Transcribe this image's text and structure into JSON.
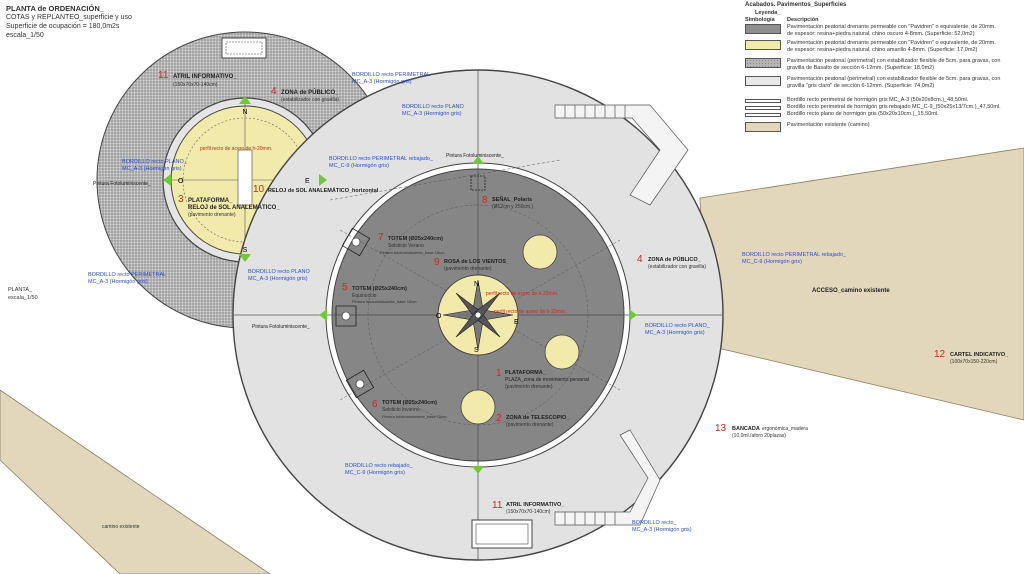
{
  "header": {
    "title": "PLANTA de ORDENACIÓN_",
    "subtitle": "COTAS y REPLANTEO_superficie y uso",
    "surface": "Superficie de ocupación = 180,0m2s",
    "scale": "escala_1/50"
  },
  "side_label": {
    "line1": "PLANTA_",
    "line2": "escala_1/50"
  },
  "legend": {
    "title": "Acabados. Pavimentos_Superficies",
    "leyenda": "Leyenda_",
    "col_symbol": "Simbología",
    "col_desc": "Descripción",
    "items": [
      {
        "desc1": "Pavimentación peatonal drenante permeable con \"Pavidren\" o equivalente, de 20mm.",
        "desc2": "de espesor: resina+piedra natural, chino oscuro 4-8mm.  (Superficie: 52,0m2)",
        "color": "#8f8f8f",
        "pattern": "solid"
      },
      {
        "desc1": "Pavimentación peatonal drenante permeable con \"Pavidren\" o equivalente, de 20mm.",
        "desc2": "de espesor: resina+piedra natural, chino amarillo 4-8mm.  (Superficie: 17,0m2)",
        "color": "#f2eaaa",
        "pattern": "solid"
      },
      {
        "desc1": "Pavimentación peatonal (perimetral) con estabilizador flexible de 5cm. para gravas, con",
        "desc2": "gravilla de Basalto de sección 6-12mm.  (Superficie: 18,0m2)",
        "color": "#b5b5b5",
        "pattern": "dots"
      },
      {
        "desc1": "Pavimentación peatonal (perimetral) con estabilizador flexible de 5cm. para gravas, con",
        "desc2": "gravilla \"gris claro\" de sección 6-12mm.  (Superficie: 74,0m2)",
        "color": "#e8e8e8",
        "pattern": "solid"
      },
      {
        "desc1": "Bordillo recto perimetral de hormigón gris MC_A-3 (50x20x8cm.)_48,50ml.",
        "desc2": "",
        "color": "#ffffff",
        "pattern": "line"
      },
      {
        "desc1": "Bordillo recto perimetral de hormigón gris rebajado MC_C-9_(50x25x13/7cm.)_47,50ml.",
        "desc2": "",
        "color": "#ffffff",
        "pattern": "line"
      },
      {
        "desc1": "Bordillo recto plano de hormigón gris (50x20x10cm.)_15,50ml.",
        "desc2": "",
        "color": "#ffffff",
        "pattern": "line"
      },
      {
        "desc1": "Pavimentación existente (camino)",
        "desc2": "",
        "color": "#e3d7bb",
        "pattern": "solid"
      }
    ]
  },
  "labels": {
    "n_left": "N",
    "s_left": "S",
    "e_left": "E",
    "o_left": "O",
    "n_main": "N",
    "s_main": "S",
    "e_main": "E",
    "o_main": "O",
    "item11a_num": "11",
    "item11a_text": "ATRIL INFORMATIVO_",
    "item11a_sub": "(150x70x70-140cm)",
    "item4a_num": "4",
    "item4a_text": "ZONA de PÚBLICO_",
    "item4a_sub": "(estabilizador con gravilla)",
    "item3_num": "3",
    "item3_text1": "PLATAFORMA_",
    "item3_text2": "RELOJ de SOL ANALEMÁTICO_",
    "item3_sub": "(pavimento drenante)",
    "item10_num": "10",
    "item10_text": "RELOJ de SOL ANALEMÁTICO_horizontal",
    "perfil_left": "perfil recto de acero de h-20mm.",
    "item7_num": "7",
    "item7_text": "TOTEM (Ø25x240cm)",
    "item7_sub": "Solsticio Verano",
    "item7_sub2": "Pintura fotoluminiscente_base 15cm.",
    "item5_num": "5",
    "item5_text": "TOTEM (Ø25x240cm)",
    "item5_sub": "Equinoccio",
    "item5_sub2": "Pintura fotoluminiscente_base 15cm.",
    "item6_num": "6",
    "item6_text": "TOTEM (Ø25x240cm)",
    "item6_sub": "Solsticio Invierno",
    "item6_sub2": "Pintura fotoluminiscente_base 15cm.",
    "item8_num": "8",
    "item8_text": "SEÑAL_Polaris",
    "item8_sub": "(Ø12cm y 250cm.)",
    "item9_num": "9",
    "item9_text": "ROSA de LOS VIENTOS_",
    "item9_sub": "(pavimento drenante)",
    "perfil_main1": "perfil recto de acero de h-20mm.",
    "perfil_main2": "perfil recto de acero de h-20mm.",
    "item1_num": "1",
    "item1_text1": "PLATAFORMA_",
    "item1_text2": "PLAZA_zona de movimiento personal",
    "item1_sub": "(pavimento drenante)",
    "item2_num": "2",
    "item2_text": "ZONA de TELESCOPIO_",
    "item2_sub": "(pavimento drenante)",
    "item4b_num": "4",
    "item4b_text": "ZONA de PÚBLICO_",
    "item4b_sub": "(estabilizador con gravilla)",
    "item11b_num": "11",
    "item11b_text": "ATRIL INFORMATIVO_",
    "item11b_sub": "(150x70x70-140cm)",
    "item12_num": "12",
    "item12_text": "CARTEL INDICATIVO_",
    "item12_sub": "(100x70x150-220cm)",
    "item13_num": "13",
    "item13_text": "BANCADA",
    "item13_text2": "ergonómica_madera",
    "item13_sub": "(10,0ml./aforo 20plazas)",
    "acceso": "ACCESO_camino existente",
    "camino": "camino existente",
    "pintura1": "Pintura Fotoluminiscente_",
    "pintura2": "Pintura Fotoluminiscente_",
    "pintura3": "Pintura Fotoluminiscente_",
    "b1_t": "BORDILLO recto PERIMETRAL",
    "b1_s": "MC_A-3 (Hormigón gris)",
    "b2_t": "BORDILLO recto PLANO",
    "b2_s": "MC_A-3 (Hormigón gris)",
    "b3_t": "BORDILLO recto PLANO_",
    "b3_s": "MC_A-3 (Hormigón gris)",
    "b4_t": "BORDILLO recto PERIMETRAL rebajado_",
    "b4_s": "MC_C-9 (Hormigón gris)",
    "b5_t": "BORDILLO recto PERIMETRAL",
    "b5_s": "MC_A-3 (Hormigón gris)",
    "b6_t": "BORDILLO recto PLANO",
    "b6_s": "MC_A-3 (Hormigón gris)",
    "b7_t": "BORDILLO recto PERIMETRAL rebajado_",
    "b7_s": "MC_C-9 (Hormigón gris)",
    "b8_t": "BORDILLO recto PLANO_",
    "b8_s": "MC_A-3 (Hormigón gris)",
    "b9_t": "BORDILLO recto rebajado_",
    "b9_s": "MC_C-9 (Hormigón gris)",
    "b10_t": "BORDILLO recto_",
    "b10_s": "MC_A-3 (Hormigón gris)"
  },
  "colors": {
    "dark_pave": "#8f8f8f",
    "yellow_pave": "#f2eaaa",
    "gravel": "#b5b5b5",
    "light_pave": "#e2e2e2",
    "path": "#e3d7bb",
    "green": "#6fc934",
    "red": "#cc2a1a",
    "blue": "#2a4fd0"
  }
}
